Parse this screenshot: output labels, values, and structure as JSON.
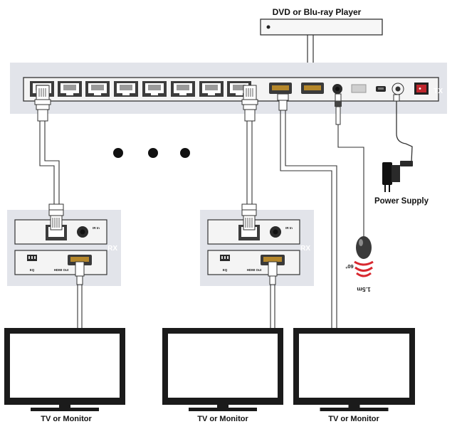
{
  "source_label": "DVD or Blu-ray Player",
  "power_label": "Power Supply",
  "tx_tag": "TX",
  "receivers": [
    {
      "tag": "RX",
      "ir_in_label": "IR In",
      "eq_label": "EQ",
      "hdmi_out_label": "HDMI Out"
    },
    {
      "tag": "RX",
      "ir_in_label": "IR In",
      "eq_label": "EQ",
      "hdmi_out_label": "HDMI Out"
    }
  ],
  "ir_range_label": "1.5m",
  "ir_angle_label": "60°",
  "monitors": [
    {
      "label": "TV or Monitor"
    },
    {
      "label": "TV or Monitor"
    },
    {
      "label": "TV or Monitor"
    }
  ],
  "colors": {
    "panel": "#e2e4ea",
    "device_face": "#f4f4f4",
    "hdmi_gold": "#b5872b",
    "ir_red": "#d8282f",
    "power_switch": "#c0272d"
  }
}
